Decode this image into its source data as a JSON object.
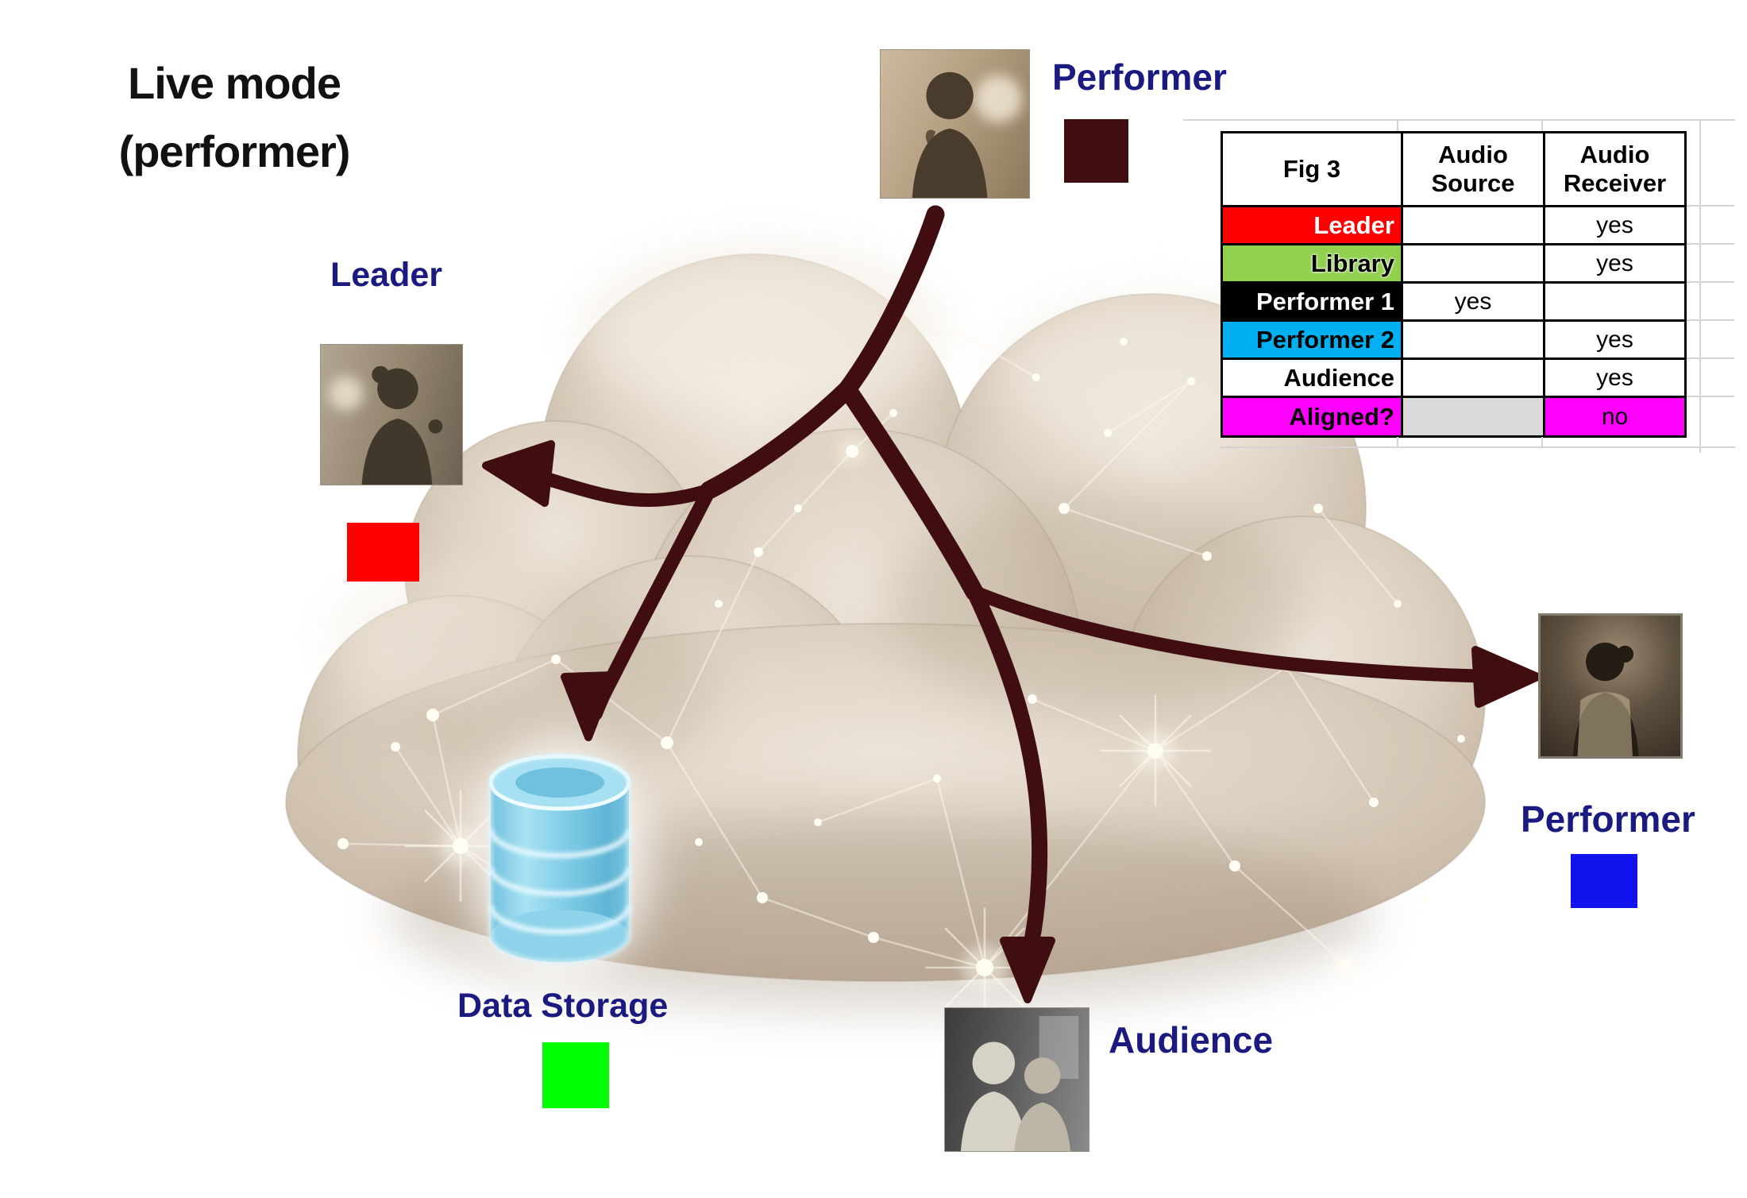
{
  "title": {
    "line1": "Live mode",
    "line2": "(performer)"
  },
  "labels": {
    "performer_top": "Performer",
    "leader": "Leader",
    "data_storage": "Data Storage",
    "audience": "Audience",
    "performer_right": "Performer"
  },
  "legend_colors": {
    "performer_top": "#400E10",
    "leader": "#FF0000",
    "data_storage": "#00FF00",
    "performer_right": "#1212EE"
  },
  "diagram": {
    "arrow_color": "#400E10",
    "cylinder_icon": "database-cylinder",
    "cloud_icon": "network-cloud"
  },
  "table": {
    "title": "Fig 3",
    "col_source": "Audio Source",
    "col_receiver": "Audio Receiver",
    "rows": [
      {
        "label": "Leader",
        "bg": "#FF0000",
        "fg": "#FFFFFF",
        "source": "",
        "source_bg": "#FFFFFF",
        "receiver": "yes",
        "receiver_bg": "#FFFFFF"
      },
      {
        "label": "Library",
        "bg": "#92D050",
        "fg": "#000000",
        "source": "",
        "source_bg": "#FFFFFF",
        "receiver": "yes",
        "receiver_bg": "#FFFFFF"
      },
      {
        "label": "Performer 1",
        "bg": "#000000",
        "fg": "#FFFFFF",
        "source": "yes",
        "source_bg": "#FFFFFF",
        "receiver": "",
        "receiver_bg": "#FFFFFF"
      },
      {
        "label": "Performer 2",
        "bg": "#00B0F0",
        "fg": "#000000",
        "source": "",
        "source_bg": "#FFFFFF",
        "receiver": "yes",
        "receiver_bg": "#FFFFFF"
      },
      {
        "label": "Audience",
        "bg": "#FFFFFF",
        "fg": "#000000",
        "source": "",
        "source_bg": "#FFFFFF",
        "receiver": "yes",
        "receiver_bg": "#FFFFFF"
      },
      {
        "label": "Aligned?",
        "bg": "#FF00FF",
        "fg": "#000000",
        "source": "",
        "source_bg": "#D9D9D9",
        "receiver": "no",
        "receiver_bg": "#FF00FF"
      }
    ]
  }
}
